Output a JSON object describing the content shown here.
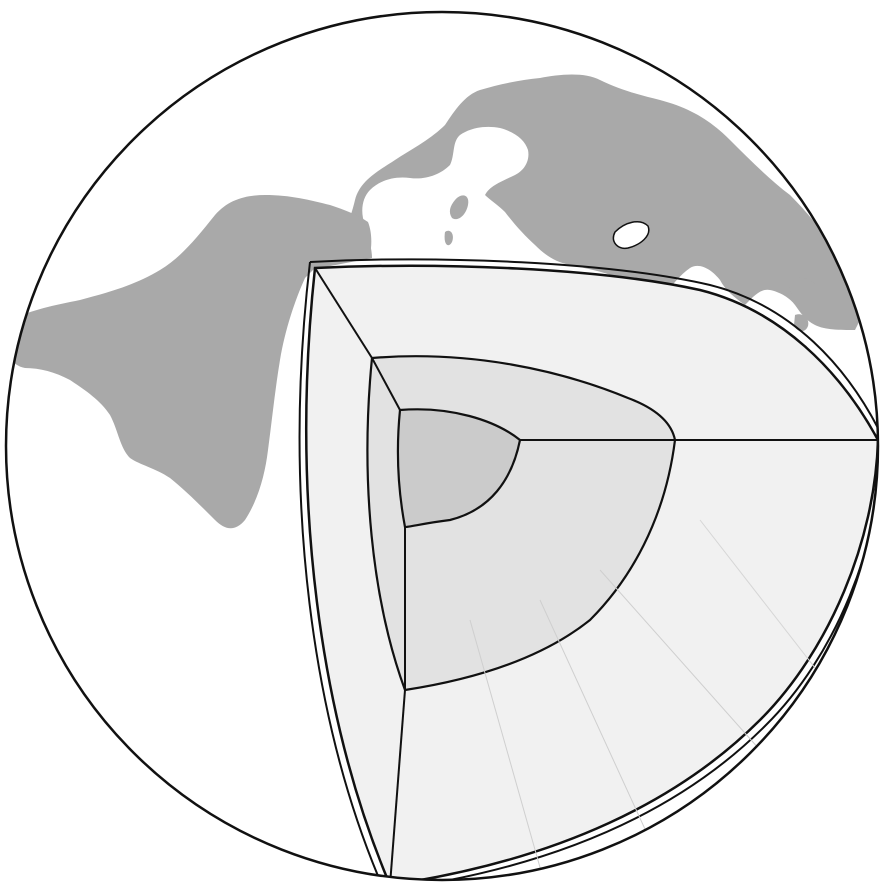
{
  "figure": {
    "subject": "cutaway-earth-interior",
    "layers": [
      "crust",
      "mantle",
      "outer-core",
      "inner-core"
    ],
    "colors": {
      "ink": "#111111",
      "background": "#ffffff",
      "land": "#a9a9a9",
      "mantle": "#f1f1f1",
      "outer_core": "#e2e2e2",
      "inner_core": "#cbcbcb"
    }
  }
}
